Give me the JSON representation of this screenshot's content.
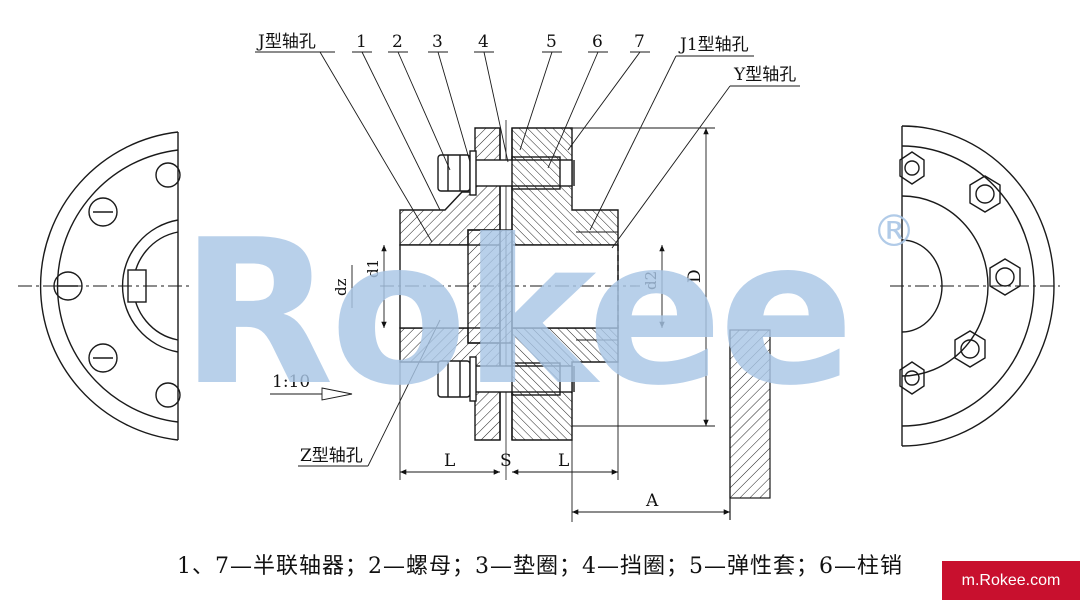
{
  "labels": {
    "j_bore": "J型轴孔",
    "j1_bore": "J1型轴孔",
    "y_bore": "Y型轴孔",
    "z_bore": "Z型轴孔",
    "taper": "1:10",
    "parts": [
      "1",
      "2",
      "3",
      "4",
      "5",
      "6",
      "7"
    ]
  },
  "dimensions": {
    "L_left": "L",
    "S": "S",
    "L_right": "L",
    "A": "A",
    "D": "D",
    "d1": "d1",
    "d2": "d2",
    "dz": "dz"
  },
  "watermark": {
    "text": "Rokee",
    "registered": "®"
  },
  "caption": "1、7—半联轴器；2—螺母；3—垫圈；4—挡圈；5—弹性套；6—柱销",
  "site_badge": "m.Rokee.com",
  "colors": {
    "watermark": "#a9c6e6",
    "badge": "#c8102e",
    "lines": "#1a1a1a"
  }
}
